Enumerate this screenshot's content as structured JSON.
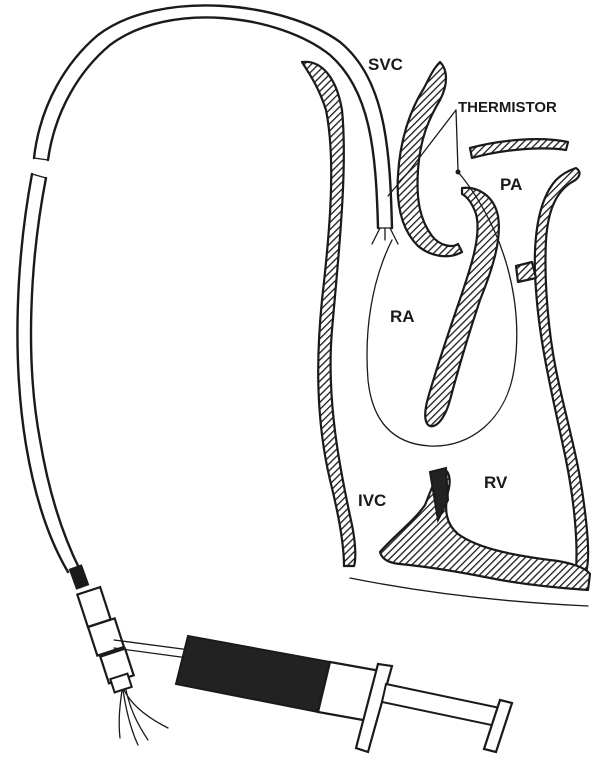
{
  "labels": {
    "svc": "SVC",
    "thermistor": "THERMISTOR",
    "pa": "PA",
    "ra": "RA",
    "rv": "RV",
    "ivc": "IVC"
  },
  "colors": {
    "ink": "#1a1a1a",
    "background": "#ffffff",
    "syringe_fill": "#1a1a1a"
  }
}
